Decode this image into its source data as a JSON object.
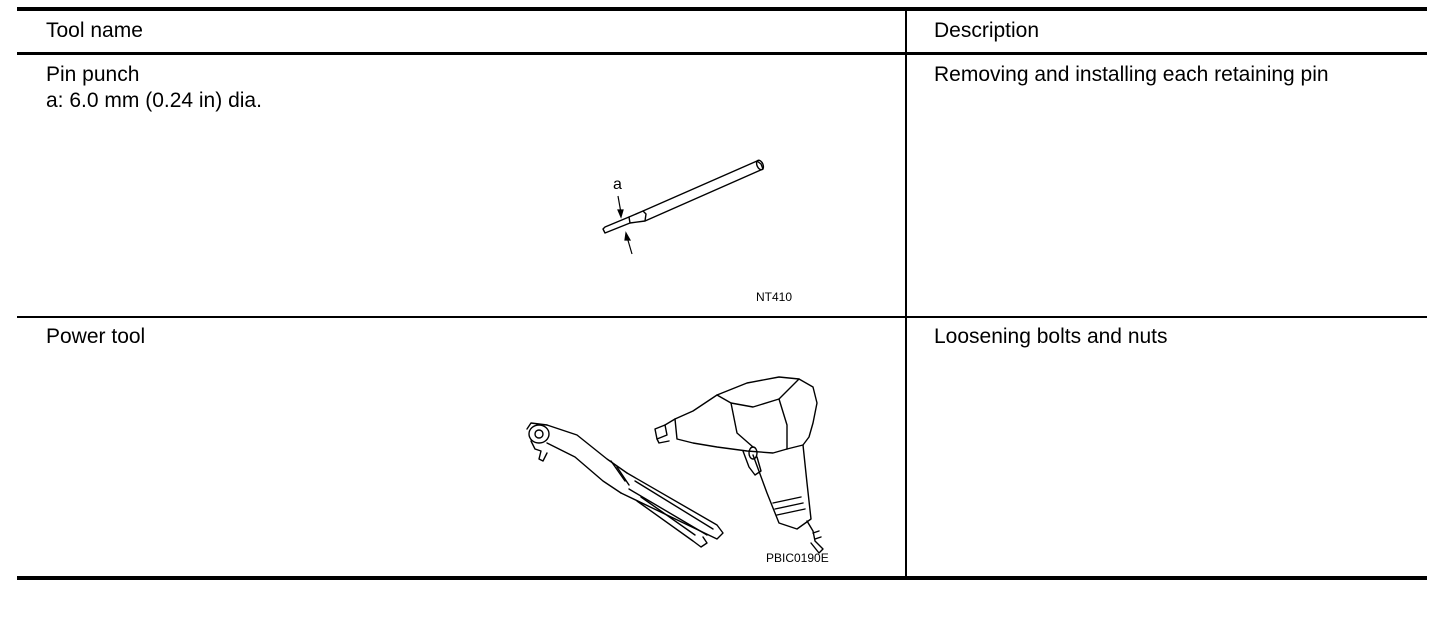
{
  "table": {
    "headers": {
      "tool_name": "Tool name",
      "description": "Description"
    },
    "rows": [
      {
        "tool_name": "Pin punch",
        "spec": "a: 6.0 mm (0.24 in) dia.",
        "description": "Removing and installing each retaining pin",
        "figure_label": "a",
        "figure_code": "NT410",
        "figure_icon": "pin-punch-illustration"
      },
      {
        "tool_name": "Power tool",
        "description": "Loosening bolts and nuts",
        "figure_code": "PBIC0190E",
        "figure_icon": "power-tool-illustration"
      }
    ]
  }
}
